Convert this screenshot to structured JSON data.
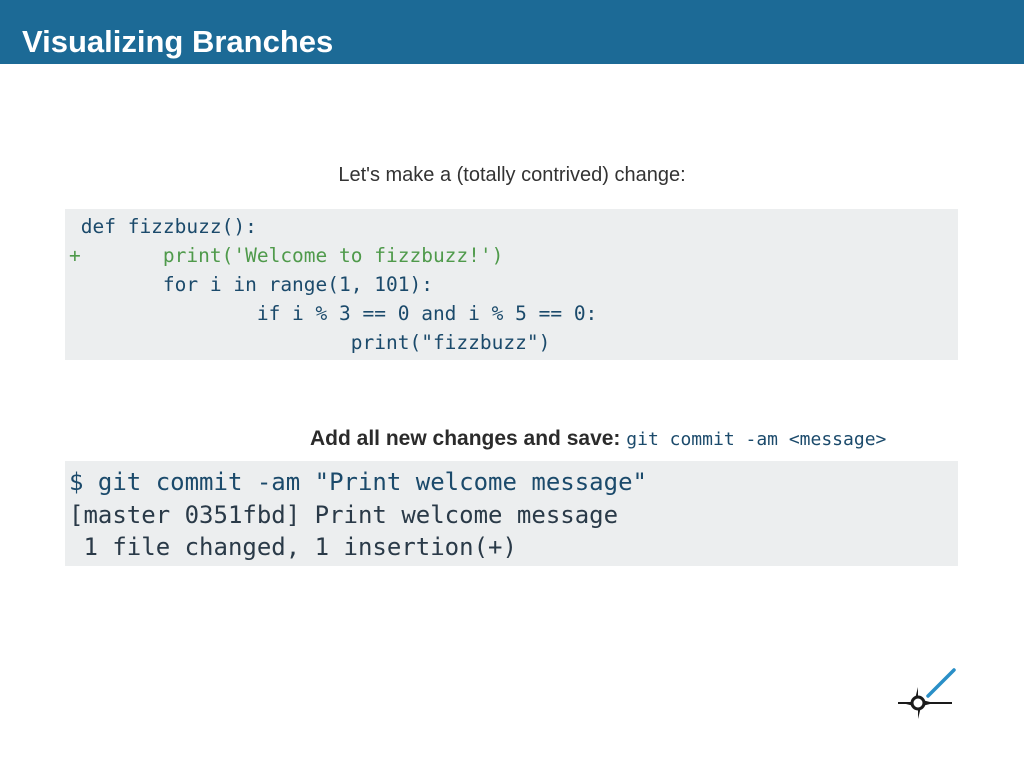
{
  "header": {
    "title": "Visualizing Branches"
  },
  "intro": "Let's make a (totally contrived) change:",
  "diff_block": {
    "lines": [
      {
        "text": " def fizzbuzz():",
        "type": "context"
      },
      {
        "text": "+       print('Welcome to fizzbuzz!')",
        "type": "added"
      },
      {
        "text": "        for i in range(1, 101):",
        "type": "context"
      },
      {
        "text": "                if i % 3 == 0 and i % 5 == 0:",
        "type": "context"
      },
      {
        "text": "                        print(\"fizzbuzz\")",
        "type": "context"
      }
    ]
  },
  "save_instruction": {
    "label": "Add all new changes and save:",
    "command": "git commit -am <message>"
  },
  "terminal_block": {
    "lines": [
      {
        "text": "$ git commit -am \"Print welcome message\"",
        "type": "command"
      },
      {
        "text": "[master 0351fbd] Print welcome message",
        "type": "output"
      },
      {
        "text": " 1 file changed, 1 insertion(+)",
        "type": "output"
      }
    ]
  },
  "logo": {
    "icon": "compass-star-logo",
    "colors": {
      "star": "#1a1a1a",
      "needle": "#2a8fc7"
    }
  },
  "colors": {
    "header_bg": "#1c6a96",
    "code_bg": "#eceeef",
    "added": "#4f9a4b",
    "code_text": "#1b4a6b"
  }
}
